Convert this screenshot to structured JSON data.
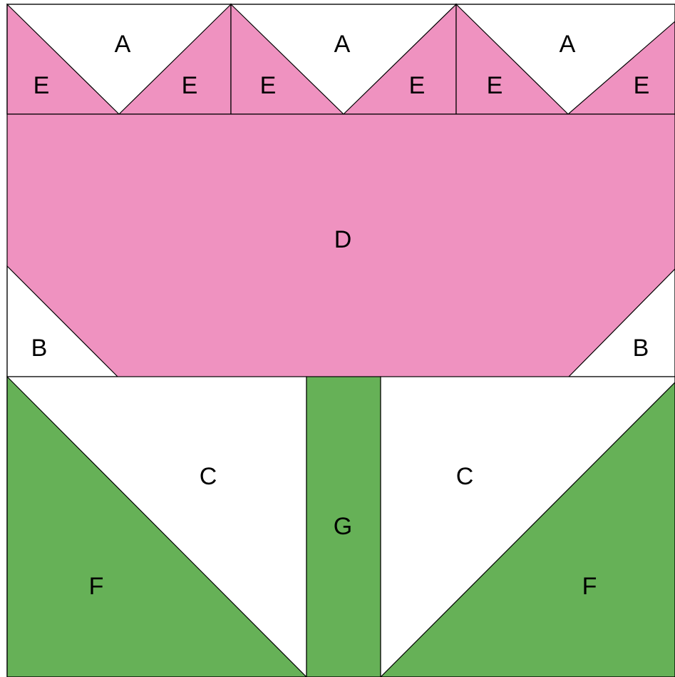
{
  "colors": {
    "pink": "#ef92c0",
    "green": "#66b157",
    "white": "#ffffff",
    "line": "#000000"
  },
  "labels": {
    "a": "A",
    "b": "B",
    "c": "C",
    "d": "D",
    "e": "E",
    "f": "F",
    "g": "G"
  }
}
